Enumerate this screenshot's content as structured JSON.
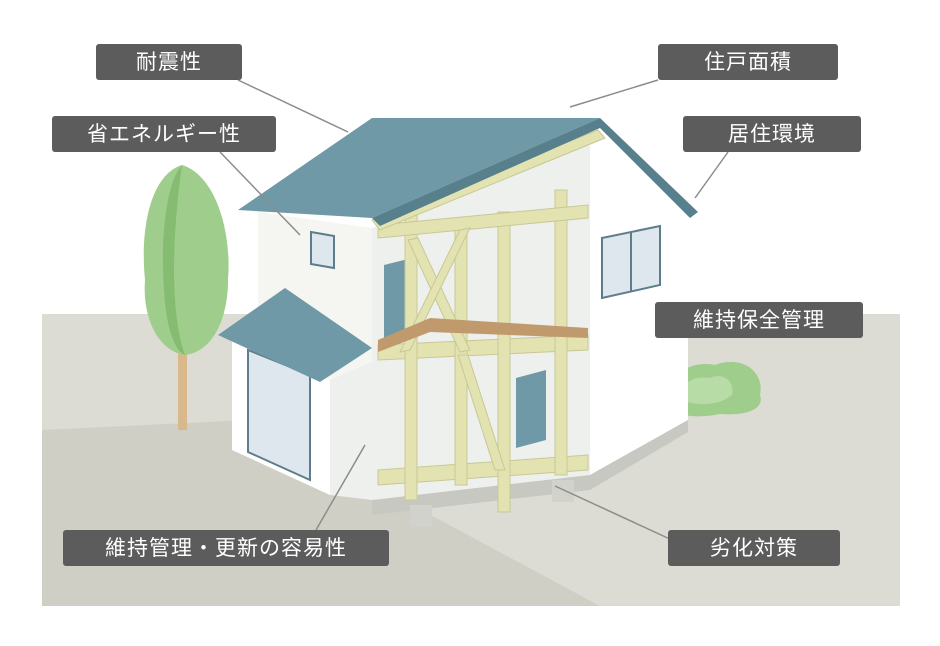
{
  "labels": {
    "taishin": "耐震性",
    "shoene": "省エネルギー性",
    "iji_koushin": "維持管理・更新の容易性",
    "jyuko_menseki": "住戸面積",
    "kyoju_kankyo": "居住環境",
    "iji_hozen": "維持保全管理",
    "rekka_taisaku": "劣化対策"
  },
  "colors": {
    "label_bg": "#5c5c5c",
    "ground": "#dcdcd4",
    "roof": "#6f99a6",
    "wall": "#ffffff",
    "frame": "#e3e3b2",
    "floor": "#c09a6c",
    "tree": "#9fcd8b",
    "leader_line": "#8c8c8c"
  }
}
